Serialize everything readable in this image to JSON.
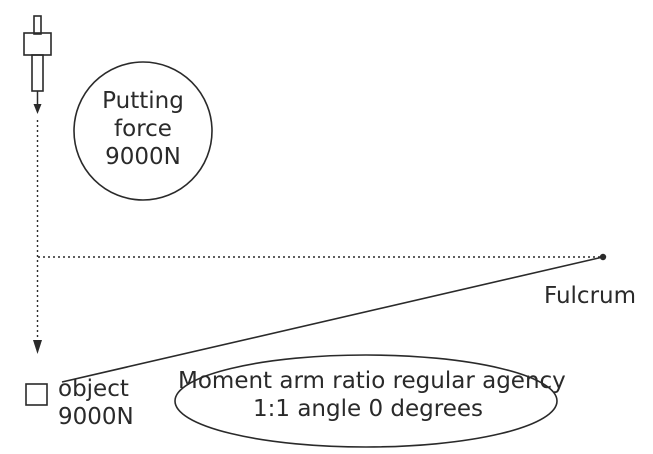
{
  "labels": {
    "force": {
      "line1": "Putting",
      "line2": "force",
      "line3": "9000N"
    },
    "fulcrum": "Fulcrum",
    "object": {
      "line1": "object",
      "line2": "9000N"
    },
    "ratio": {
      "line1": "Moment arm ratio regular agency",
      "line2": "1:1 angle 0 degrees"
    }
  },
  "colors": {
    "ink": "#2a2a2a",
    "background": "#ffffff"
  }
}
